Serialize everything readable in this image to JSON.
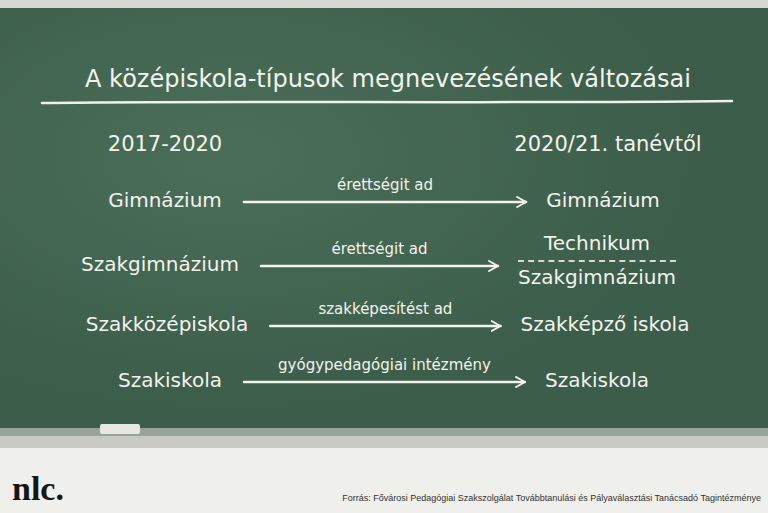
{
  "diagram": {
    "title": "A középiskola-típusok megnevezésének változásai",
    "nodes": [
      {
        "text": [
          "Gimnázium"
        ]
      },
      {
        "text": [
          "Gimnázium"
        ]
      },
      {
        "text": [
          "Szakgimnázium"
        ]
      },
      {
        "text": [
          "Technikum",
          "Szakgimnázium"
        ]
      },
      {
        "text": [
          "Szakközépiskola"
        ]
      },
      {
        "text": [
          "Szakképző iskola"
        ]
      },
      {
        "text": [
          "Szakiskola"
        ]
      },
      {
        "text": [
          "Szakiskola"
        ]
      }
    ],
    "edges": [
      {
        "from": 0,
        "to": 1,
        "arrow": "to",
        "label": "érettségit ad"
      },
      {
        "from": 2,
        "to": 3,
        "arrow": "to",
        "label": "érettségit ad"
      },
      {
        "from": 4,
        "to": 5,
        "arrow": "to",
        "label": "szakképesítést ad"
      },
      {
        "from": 6,
        "to": 7,
        "arrow": "to",
        "label": "gyógypedagógiai intézmény"
      }
    ],
    "labels": [
      "2017-2020",
      "2020/21. tanévtől",
      "nlc.",
      "Forrás: Fővárosi Pedagógiai Szakszolgálat Továbbtanulási és Pályaválasztási Tanácsadó Tagintézménye"
    ]
  }
}
